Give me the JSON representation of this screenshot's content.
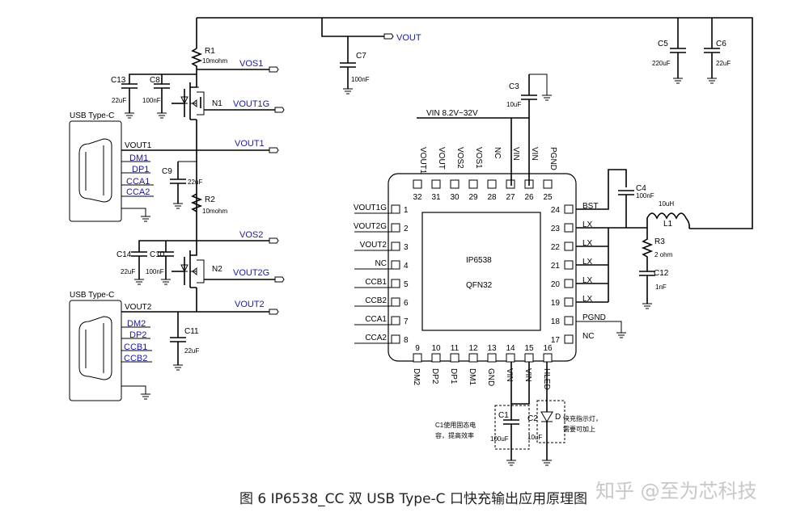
{
  "nets": {
    "vout": "VOUT",
    "vos1": "VOS1",
    "vout1g": "VOUT1G",
    "vout1": "VOUT1",
    "vos2": "VOS2",
    "vout2g": "VOUT2G",
    "vout2": "VOUT2",
    "vin": "VIN  8.2V~32V"
  },
  "components": {
    "r1": {
      "ref": "R1",
      "value": "10mohm"
    },
    "r2": {
      "ref": "R2",
      "value": "10mohm"
    },
    "r3": {
      "ref": "R3",
      "value": "2 ohm"
    },
    "n1": {
      "ref": "N1"
    },
    "n2": {
      "ref": "N2"
    },
    "c1": {
      "ref": "C1",
      "value": "100uF"
    },
    "c2": {
      "ref": "C2",
      "value": "10uF"
    },
    "c3": {
      "ref": "C3",
      "value": "10uF"
    },
    "c4": {
      "ref": "C4",
      "value": "100nF"
    },
    "c5": {
      "ref": "C5",
      "value": "220uF"
    },
    "c6": {
      "ref": "C6",
      "value": "22uF"
    },
    "c7": {
      "ref": "C7",
      "value": "100nF"
    },
    "c8": {
      "ref": "C8",
      "value": "100nF"
    },
    "c9": {
      "ref": "C9",
      "value": "22uF"
    },
    "c10": {
      "ref": "C10",
      "value": "100nF"
    },
    "c11": {
      "ref": "C11",
      "value": "22uF"
    },
    "c12": {
      "ref": "C12",
      "value": "1nF"
    },
    "c13": {
      "ref": "C13",
      "value": "22uF"
    },
    "c14": {
      "ref": "C14",
      "value": "22uF"
    },
    "l1": {
      "ref": "L1",
      "value": "10uH"
    },
    "d": {
      "ref": "D"
    }
  },
  "usb": {
    "port1": {
      "title": "USB Type-C",
      "pins": [
        "VOUT1",
        "DM1",
        "DP1",
        "CCA1",
        "CCA2"
      ]
    },
    "port2": {
      "title": "USB Type-C",
      "pins": [
        "VOUT2",
        "DM2",
        "DP2",
        "CCB1",
        "CCB2"
      ]
    }
  },
  "ic": {
    "name": "IP6538",
    "package": "QFN32",
    "pins_top": [
      {
        "num": "32",
        "name": "VOUT1"
      },
      {
        "num": "31",
        "name": "VOUT"
      },
      {
        "num": "30",
        "name": "VOS2"
      },
      {
        "num": "29",
        "name": "VOS1"
      },
      {
        "num": "28",
        "name": "NC"
      },
      {
        "num": "27",
        "name": "VIN"
      },
      {
        "num": "26",
        "name": "VIN"
      },
      {
        "num": "25",
        "name": "PGND"
      }
    ],
    "pins_left": [
      {
        "num": "1",
        "name": "VOUT1G"
      },
      {
        "num": "2",
        "name": "VOUT2G"
      },
      {
        "num": "3",
        "name": "VOUT2"
      },
      {
        "num": "4",
        "name": "NC"
      },
      {
        "num": "5",
        "name": "CCB1"
      },
      {
        "num": "6",
        "name": "CCB2"
      },
      {
        "num": "7",
        "name": "CCA1"
      },
      {
        "num": "8",
        "name": "CCA2"
      }
    ],
    "pins_bottom": [
      {
        "num": "9",
        "name": "DM2"
      },
      {
        "num": "10",
        "name": "DP2"
      },
      {
        "num": "11",
        "name": "DP1"
      },
      {
        "num": "12",
        "name": "DM1"
      },
      {
        "num": "13",
        "name": "GND"
      },
      {
        "num": "14",
        "name": "VIN"
      },
      {
        "num": "15",
        "name": "VIN"
      },
      {
        "num": "16",
        "name": "HLED"
      }
    ],
    "pins_right": [
      {
        "num": "24",
        "name": "BST"
      },
      {
        "num": "23",
        "name": "LX"
      },
      {
        "num": "22",
        "name": "LX"
      },
      {
        "num": "21",
        "name": "LX"
      },
      {
        "num": "20",
        "name": "LX"
      },
      {
        "num": "19",
        "name": "LX"
      },
      {
        "num": "18",
        "name": "PGND"
      },
      {
        "num": "17",
        "name": "NC"
      }
    ]
  },
  "notes": {
    "c1_line1": "C1使用固态电",
    "c1_line2": "容，提高效率",
    "led_line1": "快充指示灯，",
    "led_line2": "需要可加上"
  },
  "caption": "图 6   IP6538_CC  双 USB Type-C 口快充输出应用原理图",
  "watermark": "知乎 @至为芯科技"
}
